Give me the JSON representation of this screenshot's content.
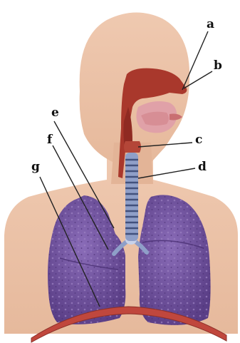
{
  "diagram": {
    "labels": {
      "a": "a",
      "b": "b",
      "c": "c",
      "d": "d",
      "e": "e",
      "f": "f",
      "g": "g"
    },
    "colors": {
      "background": "#ffffff",
      "skin": "#e9c2a8",
      "skin_shade": "#dcae92",
      "nasal_cavity": "#a9382c",
      "mouth_interior": "#e0a1a8",
      "trachea": "#8f9fc8",
      "trachea_ring": "#42517c",
      "lung": "#6a4b96",
      "lung_speckle": "#8d6fb6",
      "diaphragm": "#c0473d",
      "leader_line": "#222222"
    }
  }
}
